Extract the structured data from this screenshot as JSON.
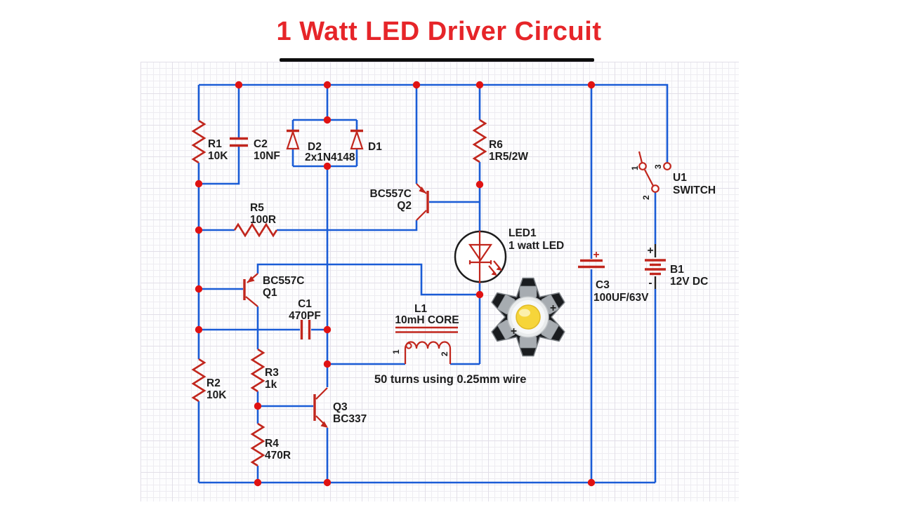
{
  "title": {
    "text": "1 Watt LED Driver Circuit"
  },
  "colors": {
    "wire": "#1a5cd6",
    "component": "#c1261d",
    "junction_dot": "#e01212",
    "label": "#1d1d1d",
    "title": "#e62529",
    "grid_line": "#edecf1"
  },
  "components": {
    "r1": {
      "ref": "R1",
      "value": "10K"
    },
    "r2": {
      "ref": "R2",
      "value": "10K"
    },
    "r3": {
      "ref": "R3",
      "value": "1k"
    },
    "r4": {
      "ref": "R4",
      "value": "470R"
    },
    "r5": {
      "ref": "R5",
      "value": "100R"
    },
    "r6": {
      "ref": "R6",
      "value": "1R5/2W"
    },
    "c1": {
      "ref": "C1",
      "value": "470PF"
    },
    "c2": {
      "ref": "C2",
      "value": "10NF"
    },
    "c3": {
      "ref": "C3",
      "value": "100UF/63V",
      "polarity": "+"
    },
    "d1": {
      "ref": "D1"
    },
    "d2": {
      "ref": "D2",
      "value": "2x1N4148"
    },
    "q1": {
      "ref": "Q1",
      "part": "BC557C"
    },
    "q2": {
      "ref": "Q2",
      "part": "BC557C"
    },
    "q3": {
      "ref": "Q3",
      "part": "BC337"
    },
    "led1": {
      "ref": "LED1",
      "value": "1 watt LED"
    },
    "l1": {
      "ref": "L1",
      "value": "10mH CORE",
      "note": "50 turns using 0.25mm wire",
      "pin1": "1",
      "pin2": "2"
    },
    "u1": {
      "ref": "U1",
      "value": "SWITCH",
      "pin1": "1",
      "pin2": "2",
      "pin3": "3"
    },
    "b1": {
      "ref": "B1",
      "value": "12V DC",
      "plus": "+",
      "minus": "-"
    }
  }
}
